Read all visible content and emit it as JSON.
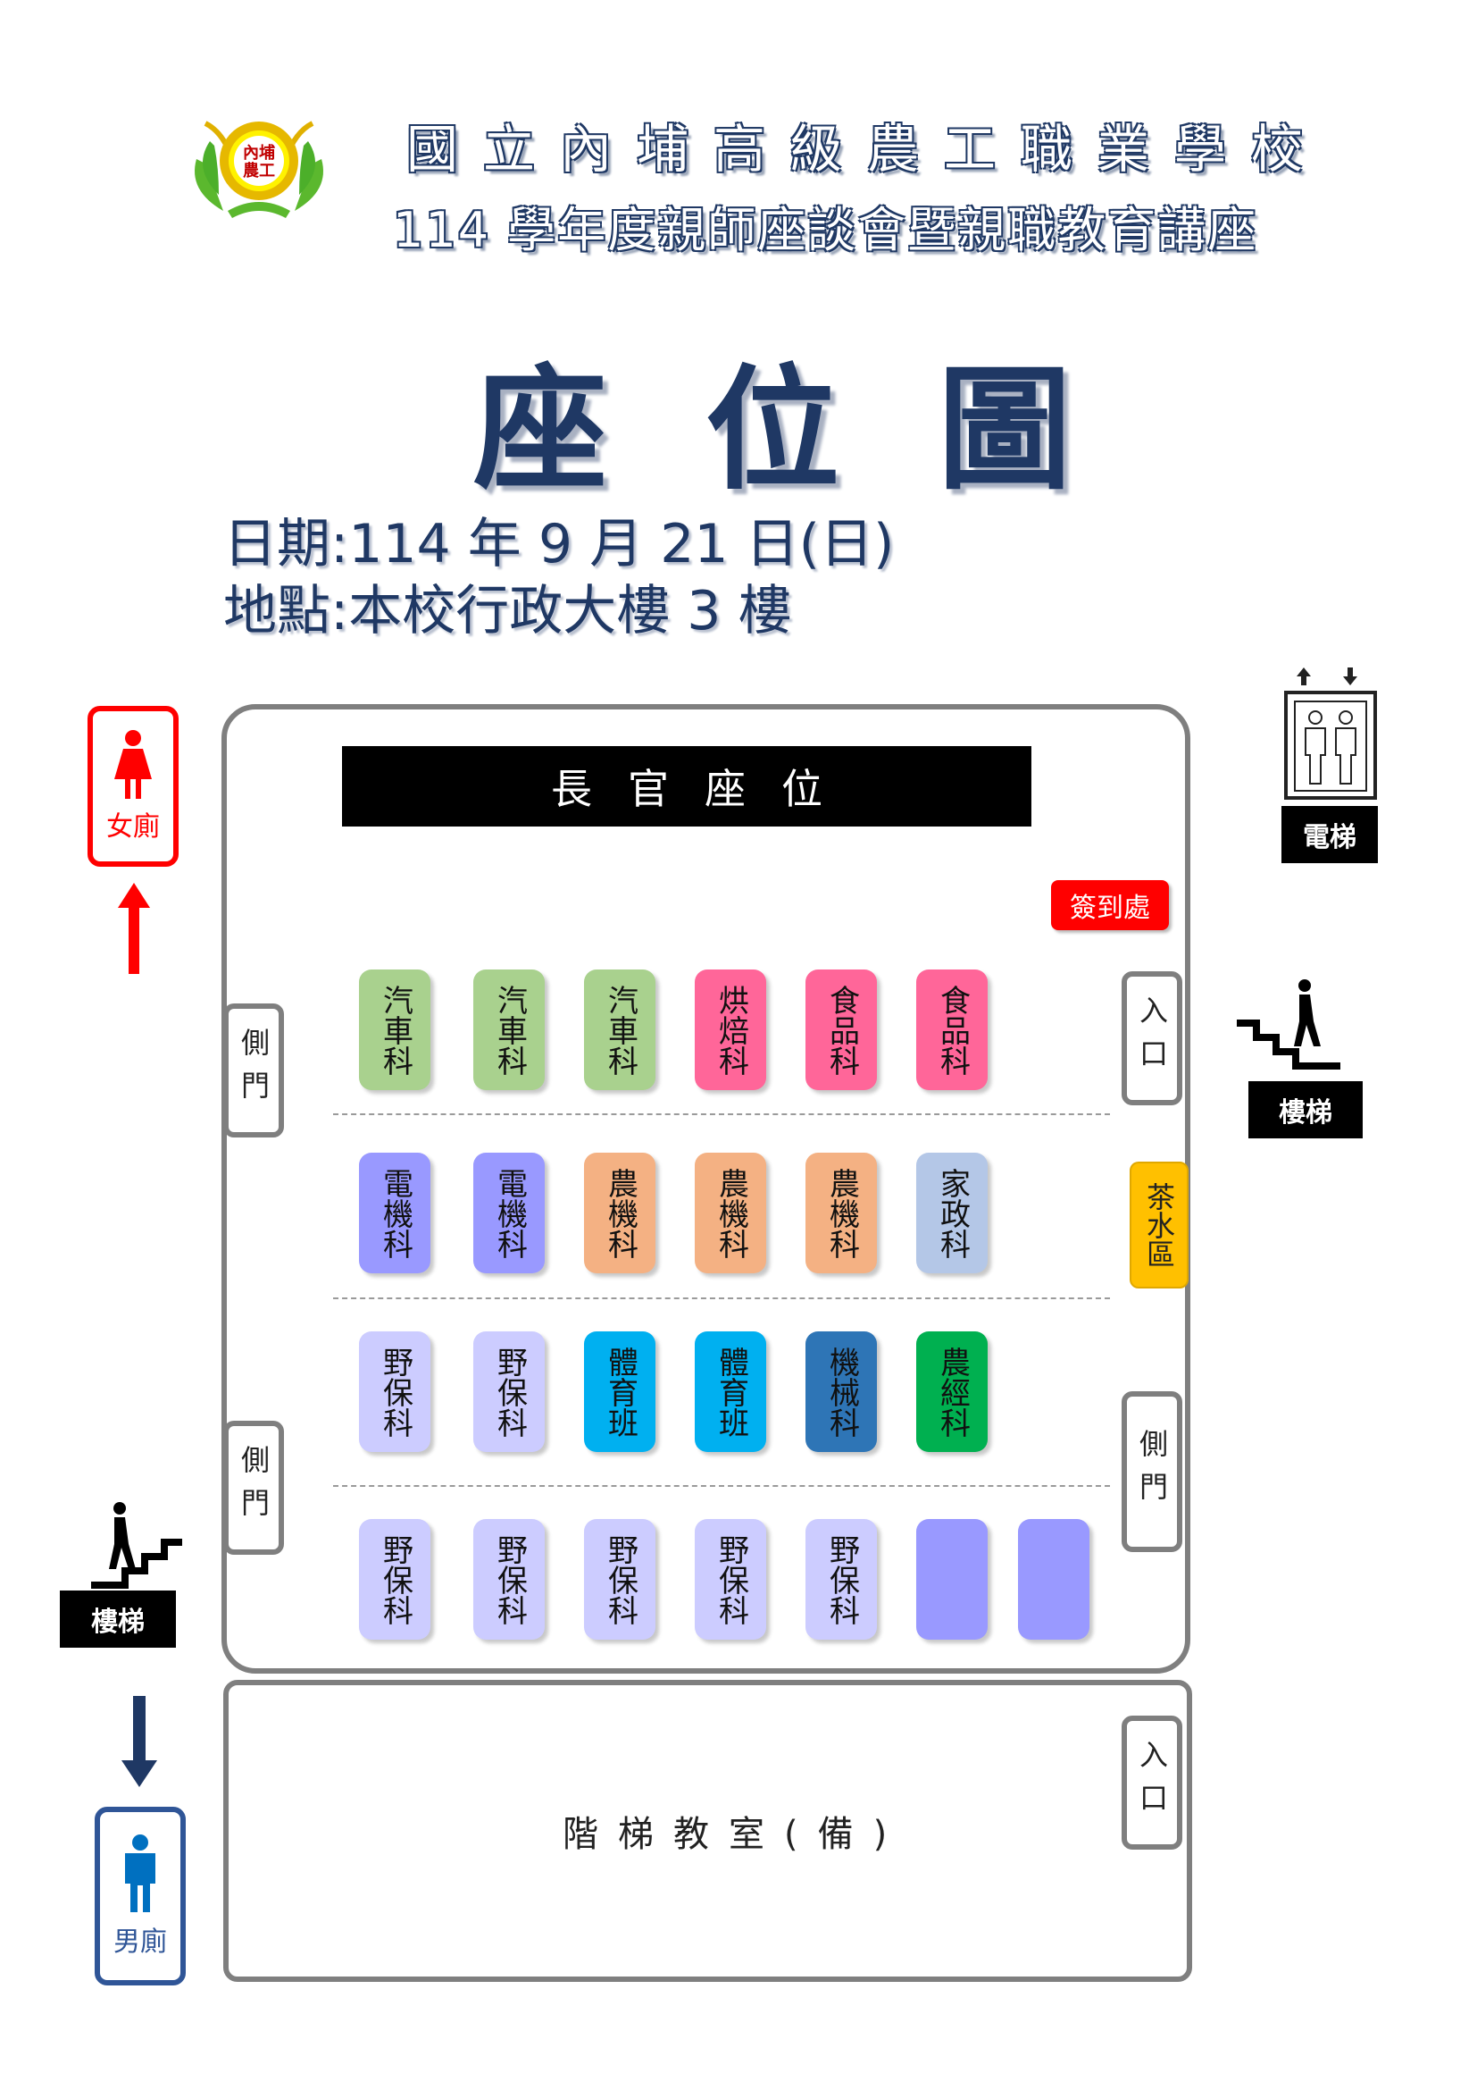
{
  "header": {
    "school_name": "國立內埔高級農工職業學校",
    "event_title": "114 學年度親師座談會暨親職教育講座",
    "logo_text": "內埔農工"
  },
  "heading": "座位圖",
  "info": {
    "date": "日期:114 年 9 月 21 日(日)",
    "location": "地點:本校行政大樓 3 樓"
  },
  "hall": {
    "vip_label": "長官座位",
    "signin_label": "簽到處",
    "tea_label": "茶水區",
    "side_door_label": "側門",
    "entrance_label": "入口",
    "rows": [
      [
        {
          "label": "汽車科",
          "color": "#a9d18e"
        },
        {
          "label": "汽車科",
          "color": "#a9d18e"
        },
        {
          "label": "汽車科",
          "color": "#a9d18e"
        },
        {
          "label": "烘焙科",
          "color": "#ff6699"
        },
        {
          "label": "食品科",
          "color": "#ff6699"
        },
        {
          "label": "食品科",
          "color": "#ff6699"
        }
      ],
      [
        {
          "label": "電機科",
          "color": "#9999ff"
        },
        {
          "label": "電機科",
          "color": "#9999ff"
        },
        {
          "label": "農機科",
          "color": "#f4b183"
        },
        {
          "label": "農機科",
          "color": "#f4b183"
        },
        {
          "label": "農機科",
          "color": "#f4b183"
        },
        {
          "label": "家政科",
          "color": "#b4c7e7"
        }
      ],
      [
        {
          "label": "野保科",
          "color": "#ccccff"
        },
        {
          "label": "野保科",
          "color": "#ccccff"
        },
        {
          "label": "體育班",
          "color": "#00b0f0"
        },
        {
          "label": "體育班",
          "color": "#00b0f0"
        },
        {
          "label": "機械科",
          "color": "#2e75b6"
        },
        {
          "label": "農經科",
          "color": "#00b050"
        }
      ],
      [
        {
          "label": "野保科",
          "color": "#ccccff"
        },
        {
          "label": "野保科",
          "color": "#ccccff"
        },
        {
          "label": "野保科",
          "color": "#ccccff"
        },
        {
          "label": "野保科",
          "color": "#ccccff"
        },
        {
          "label": "野保科",
          "color": "#ccccff"
        },
        {
          "label": "",
          "color": "#9999ff"
        },
        {
          "label": "",
          "color": "#9999ff"
        }
      ]
    ]
  },
  "lecture_room": {
    "label": "階梯教室(備)",
    "entrance_label": "入口"
  },
  "facilities": {
    "women_restroom": "女廁",
    "men_restroom": "男廁",
    "elevator": "電梯",
    "stairs": "樓梯"
  },
  "colors": {
    "title_navy": "#1f3864",
    "women_red": "#ff0000",
    "men_blue": "#2f5597",
    "arrow_navy": "#1f3864"
  }
}
